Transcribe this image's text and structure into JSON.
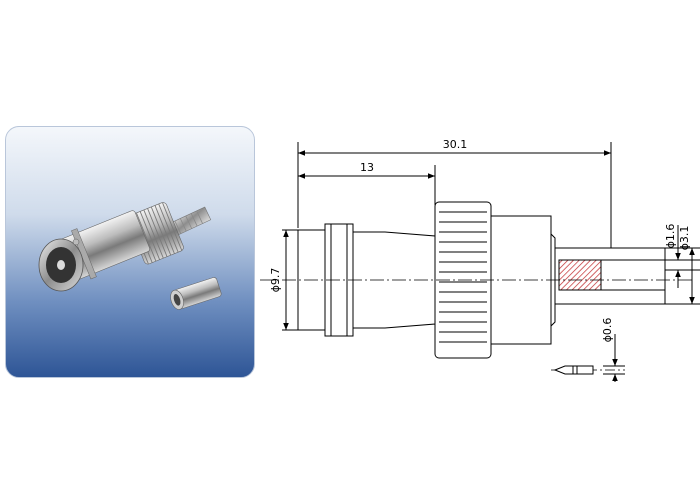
{
  "dimensions": {
    "overall_length": "30.1",
    "body_length": "13",
    "body_diameter": "ϕ9.7",
    "inner_diameter": "ϕ1.6",
    "outer_diameter": "ϕ3.1",
    "pin_diameter": "ϕ0.6"
  },
  "colors": {
    "panel_top": "#f4f7fb",
    "panel_bottom": "#2e5596",
    "line": "#000000",
    "hatch": "#c0292b"
  }
}
